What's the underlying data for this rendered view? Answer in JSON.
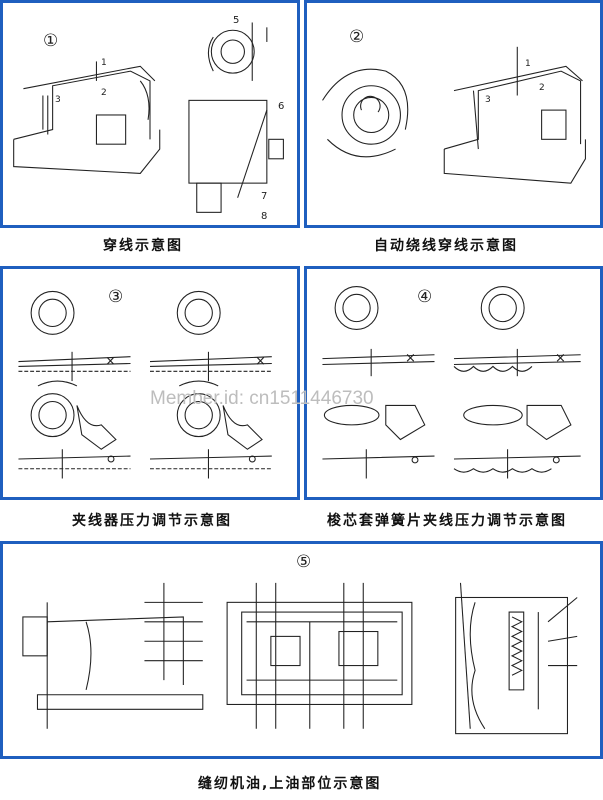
{
  "panels": [
    {
      "number": "①",
      "caption": "穿线示意图",
      "callouts": [
        "5",
        "6",
        "7",
        "8",
        "1",
        "2",
        "3"
      ]
    },
    {
      "number": "②",
      "caption": "自动绕线穿线示意图",
      "callouts": [
        "1",
        "2",
        "3"
      ]
    },
    {
      "number": "③",
      "caption": "夹线器压力调节示意图",
      "marks": [
        "×",
        "×"
      ]
    },
    {
      "number": "④",
      "caption": "梭芯套弹簧片夹线压力调节示意图",
      "marks": [
        "×",
        "×"
      ]
    },
    {
      "number": "⑤",
      "caption": "缝纫机油,上油部位示意图"
    }
  ],
  "watermark": "Member.id: cn1511446730",
  "colors": {
    "panel_border": "#1f5fbf"
  }
}
